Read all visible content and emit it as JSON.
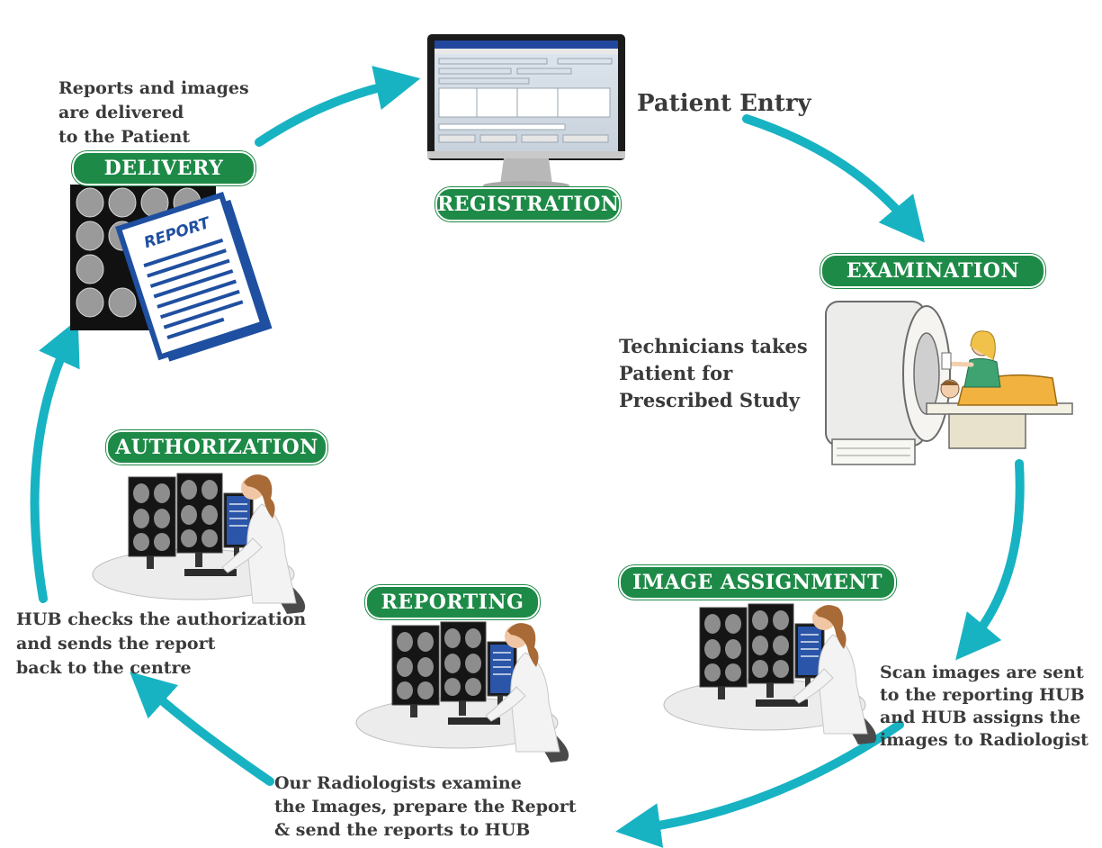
{
  "colors": {
    "badge_green": "#1e8a47",
    "arrow_teal": "#17b3c3",
    "text_gray": "#3a3a3a"
  },
  "steps": {
    "registration": {
      "badge": "REGISTRATION",
      "caption": "Patient Entry"
    },
    "examination": {
      "badge": "EXAMINATION",
      "caption": "Technicians takes\nPatient for\nPrescribed Study"
    },
    "image_assignment": {
      "badge": "IMAGE ASSIGNMENT",
      "caption": "Scan images are sent\nto the reporting HUB\nand HUB assigns the\nimages to Radiologist"
    },
    "reporting": {
      "badge": "REPORTING",
      "caption": "Our Radiologists examine\nthe Images, prepare the Report\n& send the reports to HUB"
    },
    "authorization": {
      "badge": "AUTHORIZATION",
      "caption": "HUB checks the authorization\nand sends the report\nback to the centre"
    },
    "delivery": {
      "badge": "DELIVERY",
      "caption": "Reports and images\nare delivered\nto the Patient",
      "document_label": "REPORT"
    }
  },
  "icons": [
    "computer-monitor-icon",
    "mri-scanner-icon",
    "radiologist-workstation-icon",
    "report-document-icon",
    "brain-scan-film-icon",
    "cycle-arrow-icon"
  ]
}
